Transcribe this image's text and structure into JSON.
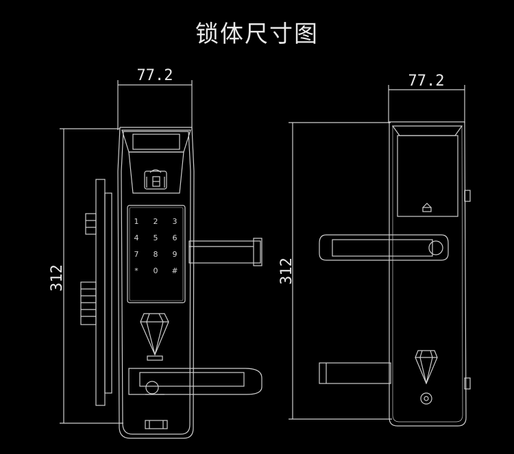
{
  "title": "锁体尺寸图",
  "front_view": {
    "width_dim": "77.2",
    "height_dim": "312",
    "keypad": [
      "1",
      "2",
      "3",
      "4",
      "5",
      "6",
      "7",
      "8",
      "9",
      "*",
      "0",
      "#"
    ]
  },
  "back_view": {
    "width_dim": "77.2",
    "height_dim": "312"
  },
  "colors": {
    "background": "#000000",
    "line": "#d0d0d0",
    "text": "#e8e8e8"
  }
}
